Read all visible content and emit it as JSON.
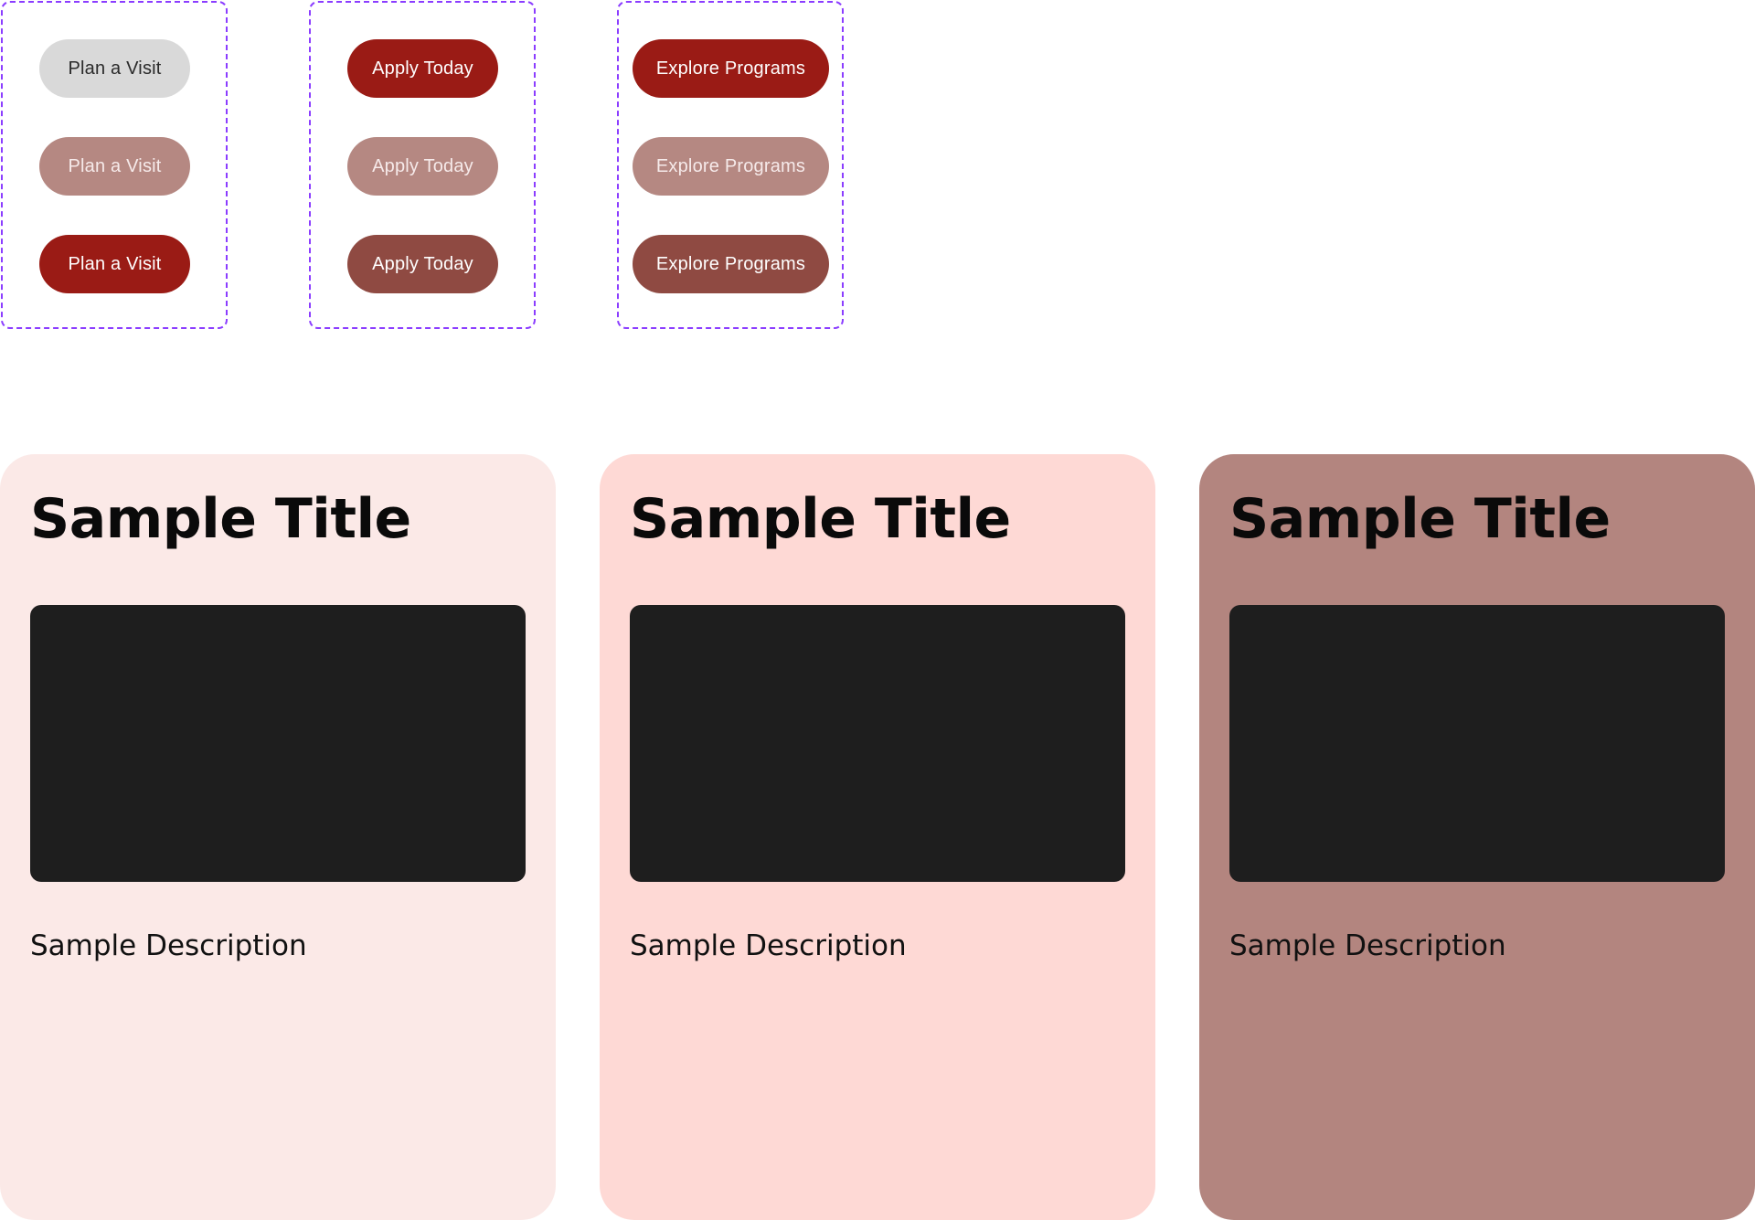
{
  "button_groups": [
    {
      "name": "plan-a-visit",
      "buttons": [
        {
          "label": "Plan a Visit",
          "state": "idle-grey"
        },
        {
          "label": "Plan a Visit",
          "state": "disabled"
        },
        {
          "label": "Plan a Visit",
          "state": "default"
        }
      ]
    },
    {
      "name": "apply-today",
      "buttons": [
        {
          "label": "Apply Today",
          "state": "default"
        },
        {
          "label": "Apply Today",
          "state": "disabled"
        },
        {
          "label": "Apply Today",
          "state": "pressed"
        }
      ]
    },
    {
      "name": "explore-programs",
      "buttons": [
        {
          "label": "Explore Programs",
          "state": "default"
        },
        {
          "label": "Explore Programs",
          "state": "disabled"
        },
        {
          "label": "Explore Programs",
          "state": "pressed"
        }
      ]
    }
  ],
  "cards": [
    {
      "title": "Sample Title",
      "description": "Sample Description",
      "background": "#fbe9e7"
    },
    {
      "title": "Sample Title",
      "description": "Sample Description",
      "background": "#fed9d5"
    },
    {
      "title": "Sample Title",
      "description": "Sample Description",
      "background": "#b3857f"
    }
  ],
  "colors": {
    "brand_red": "#9a1b15",
    "disabled_rose": "#b58882",
    "pressed_brown": "#8f4a42",
    "neutral_grey": "#d9d9d9",
    "group_outline": "#8b3dff",
    "media_placeholder": "#1e1e1e"
  }
}
